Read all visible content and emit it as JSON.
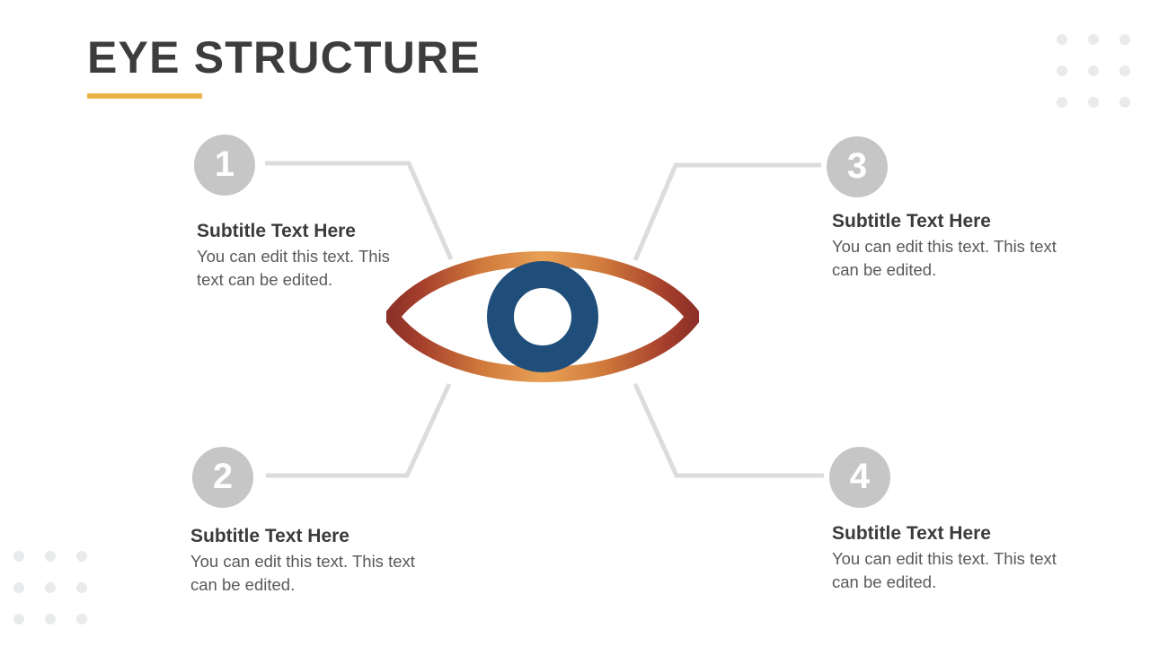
{
  "slide": {
    "title": "EYE STRUCTURE",
    "accent_color": "#e8b44a",
    "title_color": "#3d3d3d",
    "background": "#ffffff"
  },
  "decor": {
    "dot_color": "#e9eaeb",
    "grids": [
      {
        "name": "top-right",
        "rows": 3,
        "cols": 3
      },
      {
        "name": "bottom-left",
        "rows": 3,
        "cols": 3
      }
    ]
  },
  "center_graphic": {
    "name": "eye-illustration",
    "outline_gradient_start": "#9e3a2c",
    "outline_gradient_mid": "#e09247",
    "outline_gradient_end": "#9e3a2c",
    "iris_color": "#1f4e7a",
    "pupil_color": "#ffffff"
  },
  "connectors": {
    "color": "#dcdcdc",
    "width": 5
  },
  "items": [
    {
      "number": "1",
      "badge_color": "#c6c6c6",
      "subtitle": "Subtitle Text Here",
      "body": "You can edit this text. This text can be edited."
    },
    {
      "number": "2",
      "badge_color": "#c6c6c6",
      "subtitle": "Subtitle Text Here",
      "body": "You can edit this text. This text can be edited."
    },
    {
      "number": "3",
      "badge_color": "#c6c6c6",
      "subtitle": "Subtitle Text Here",
      "body": "You can edit this text. This text can be edited."
    },
    {
      "number": "4",
      "badge_color": "#c6c6c6",
      "subtitle": "Subtitle Text Here",
      "body": "You can edit this text. This text can be edited."
    }
  ]
}
